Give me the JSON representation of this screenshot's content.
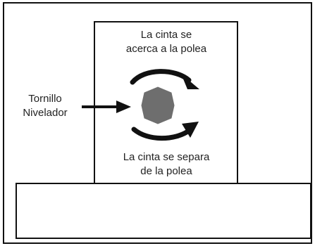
{
  "diagram": {
    "top_label": {
      "line1": "La cinta se",
      "line2": "acerca a la polea"
    },
    "bottom_label": {
      "line1": "La cinta se separa",
      "line2": "de la polea"
    },
    "side_label": {
      "line1": "Tornillo",
      "line2": "Nivelador"
    },
    "icons": {
      "bolt": "hexagon-bolt-icon",
      "top_rotation": "curved-arrow-clockwise-icon",
      "bottom_rotation": "curved-arrow-counterclockwise-icon",
      "pointer": "arrow-right-icon"
    },
    "colors": {
      "line": "#111111",
      "bolt_fill": "#6e6e6e",
      "background": "#ffffff"
    }
  }
}
